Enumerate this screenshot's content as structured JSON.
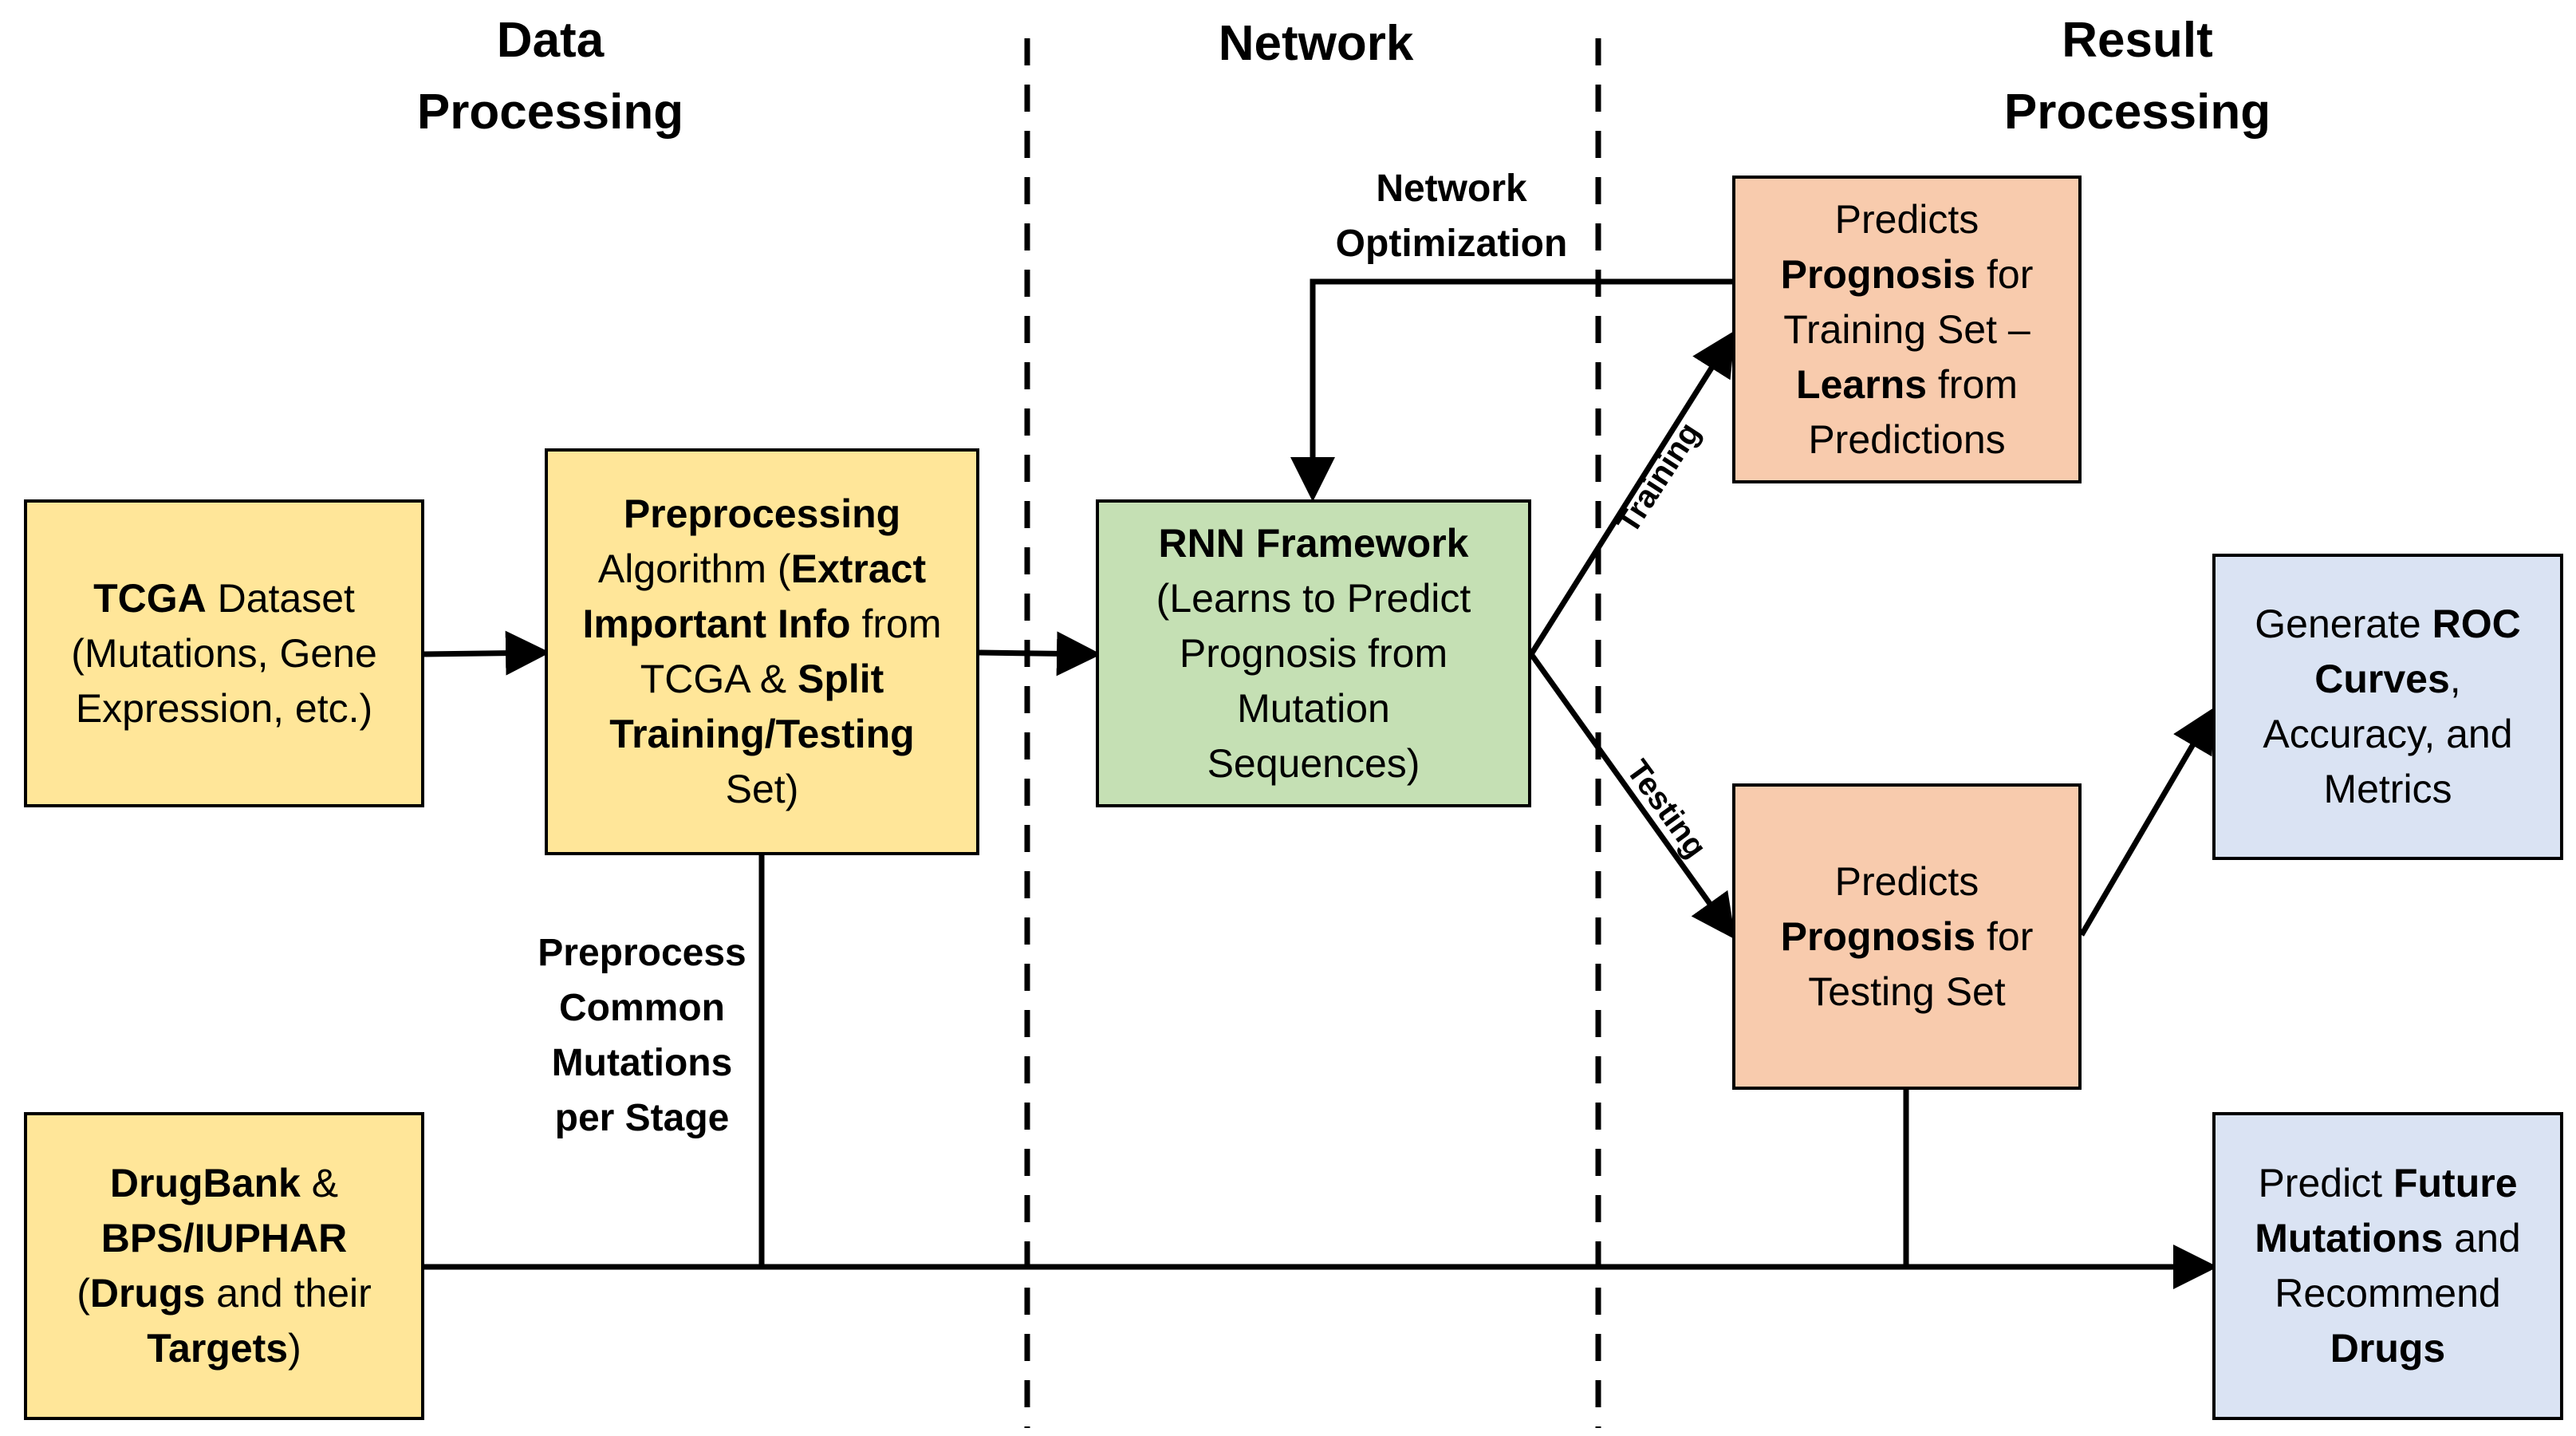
{
  "headers": {
    "data_processing_1": "Data",
    "data_processing_2": "Processing",
    "network": "Network",
    "result_processing_1": "Result",
    "result_processing_2": "Processing"
  },
  "boxes": {
    "tcga": {
      "b1": "TCGA",
      "t1": " Dataset",
      "t2": "(Mutations, Gene",
      "t3": "Expression, etc.)"
    },
    "preprocessing": {
      "b1": "Preprocessing",
      "t1": "Algorithm (",
      "b2": "Extract",
      "b3": "Important Info",
      "t2": " from",
      "t3": "TCGA & ",
      "b4": "Split",
      "b5": "Training/Testing",
      "t4": "Set)"
    },
    "drugbank": {
      "b1": "DrugBank",
      "t1": " &",
      "b2": "BPS/IUPHAR",
      "t2": "(",
      "b3": "Drugs",
      "t3": " and their",
      "b4": "Targets",
      "t4": ")"
    },
    "rnn": {
      "b1": "RNN Framework",
      "t1": "(Learns to Predict",
      "t2": "Prognosis from",
      "t3": "Mutation",
      "t4": "Sequences)"
    },
    "predict_training": {
      "t1": "Predicts",
      "b1": "Prognosis",
      "t2": " for",
      "t3": "Training Set –",
      "b2": "Learns",
      "t4": " from",
      "t5": "Predictions"
    },
    "predict_testing": {
      "t1": "Predicts",
      "b1": "Prognosis",
      "t2": " for",
      "t3": "Testing Set"
    },
    "roc": {
      "t1": "Generate ",
      "b1": "ROC",
      "b2": "Curves",
      "t2": ",",
      "t3": "Accuracy, and",
      "t4": "Metrics"
    },
    "future": {
      "t1": "Predict ",
      "b1": "Future",
      "b2": "Mutations",
      "t2": " and",
      "t3": "Recommend",
      "b3": "Drugs"
    }
  },
  "labels": {
    "network_optimization_1": "Network",
    "network_optimization_2": "Optimization",
    "preprocess_1": "Preprocess",
    "preprocess_2": "Common",
    "preprocess_3": "Mutations",
    "preprocess_4": "per Stage",
    "training": "Training",
    "testing": "Testing"
  },
  "colors": {
    "yellow": "#ffe699",
    "green": "#c5e0b4",
    "orange": "#f8cbad",
    "blue": "#dae3f3"
  }
}
